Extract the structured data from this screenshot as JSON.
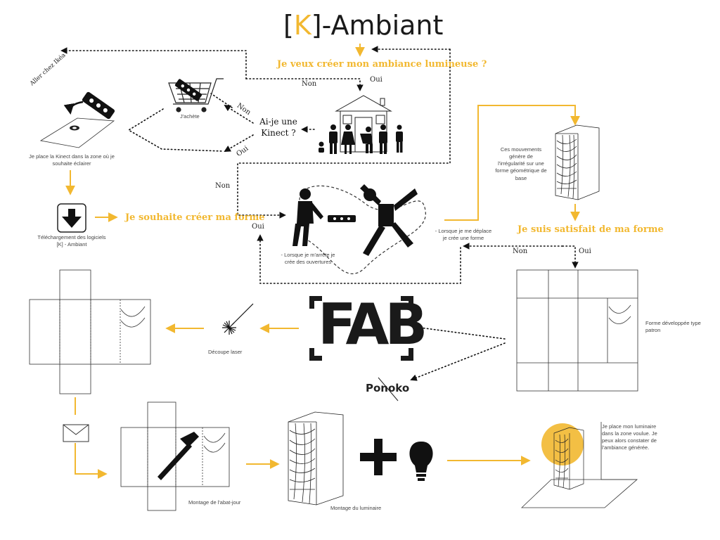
{
  "header": {
    "bracket_open": "[",
    "k": "K",
    "bracket_close": "]",
    "rest": "-Ambiant"
  },
  "questions": {
    "create_ambiance": "Je veux créer mon ambiance lumineuse ?",
    "create_shape": "Je souhaite  créer ma forme",
    "satisfied": "Je suis satisfait de ma forme",
    "kinect_q": "Ai-je une Kinect ?"
  },
  "answers": {
    "non_top": "Non",
    "oui_top": "Oui",
    "non_kinect": "Non",
    "oui_kinect": "Oui",
    "non_left": "Non",
    "oui_left": "Oui",
    "non_right": "Non",
    "oui_right": "Oui"
  },
  "captions": {
    "ikea": "Aller chez Ikéa",
    "buy": "J'achète",
    "place_kinect": "Je place la Kinect dans la zone où je souhaite éclairer",
    "download": "Téléchargement des logiciels [K] - Ambiant",
    "stop": "- Lorsque je m'arrête je crée des ouvertures",
    "move": "- Lorsque je me déplace je crée une forme",
    "movements": "Ces mouvements génère de l'irrégularité sur une forme géométrique de base",
    "developed": "Forme développée type patron",
    "laser": "Découpe laser",
    "lampshade": "Montage de l'abat-jour",
    "luminaire": "Montage du luminaire",
    "place_lamp": "Je place mon luminaire dans la zone voulue. Je peux alors constater de l'ambiance générée."
  },
  "brands": {
    "fab_logo": "FAB",
    "ponoko": "Ponoko"
  },
  "icons": [
    "download-icon",
    "kinect-icon",
    "cart-icon",
    "house-family-icon",
    "walking-person-icon",
    "jumping-person-icon",
    "laser-icon",
    "envelope-icon",
    "hammer-icon",
    "bulb-icon",
    "plus-icon"
  ],
  "colors": {
    "accent": "#f2b830",
    "ink": "#1a1a1a",
    "line": "#555555"
  }
}
